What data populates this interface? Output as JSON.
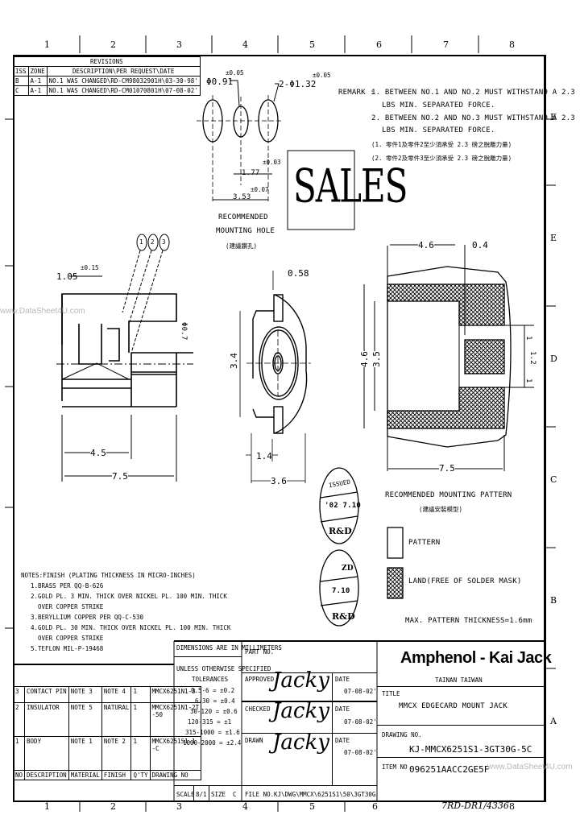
{
  "grid": {
    "columns": [
      "1",
      "2",
      "3",
      "4",
      "5",
      "6",
      "7",
      "8"
    ],
    "rows": [
      "F",
      "E",
      "D",
      "C",
      "B",
      "A"
    ]
  },
  "revisions": {
    "title": "REVISIONS",
    "headers": [
      "ISS",
      "ZONE",
      "DESCRIPTION\\PER REQUEST\\DATE"
    ],
    "rows": [
      {
        "iss": "B",
        "zone": "A-1",
        "desc": "NO.1 WAS CHANGED\\RD-CM98032901H\\03-30-98'"
      },
      {
        "iss": "C",
        "zone": "A-1",
        "desc": "NO.1 WAS CHANGED\\RD-CM01070801H\\07-08-02'"
      }
    ]
  },
  "hole_dims": {
    "d1": "Φ0.91",
    "d1_tol": "±0.05",
    "d2": "2-Φ1.32",
    "d2_tol": "±0.05",
    "pitch": "1.77",
    "pitch_tol": "±0.03",
    "span": "3.53",
    "span_tol": "±0.07",
    "caption_line1": "RECOMMENDED",
    "caption_line2": "MOUNTING HOLE",
    "caption_cn": "(建議鑽孔)"
  },
  "remarks": {
    "label": "REMARK :",
    "items": [
      "1. BETWEEN NO.1 AND NO.2 MUST WITHSTAND A 2.3",
      "LBS MIN. SEPARATED FORCE.",
      "2. BETWEEN NO.2 AND NO.3 MUST WITHSTAND A 2.3",
      "LBS MIN. SEPARATED FORCE.",
      "(1. 零件1及零件2至少須承受 2.3 磅之脫離力量)",
      "(2. 零件2及零件3至少須承受 2.3 磅之脫離力量)"
    ]
  },
  "stamp_sales": "SALES",
  "side_view": {
    "balloons": [
      "1",
      "2",
      "3"
    ],
    "dim_top": "1.05",
    "dim_top_tol": "±0.15",
    "dim_right": "Φ0.7",
    "dim_inner": "4.5",
    "dim_overall": "7.5"
  },
  "front_view": {
    "dim_tab": "0.58",
    "dim_height": "3.4",
    "dim_offset": "1.4",
    "dim_width": "3.6"
  },
  "pattern_view": {
    "dim_top": "4.6",
    "dim_gap": "0.4",
    "dim_outer": "4.6",
    "dim_inner": "3.5",
    "dim_right_a": "1",
    "dim_right_b": "1.2",
    "dim_right_c": "1",
    "dim_bottom": "7.5",
    "caption": "RECOMMENDED MOUNTING PATTERN",
    "caption_cn": "(建議安裝模型)"
  },
  "legend": {
    "pattern_label": "PATTERN",
    "land_label": "LAND(FREE OF SOLDER MASK)",
    "thickness_note": "MAX. PATTERN THICKNESS=1.6mm"
  },
  "stamps": {
    "issued": {
      "top": "ISSUED",
      "date": "'02 7.10",
      "bottom": "R&D"
    },
    "second": {
      "top": "ZD",
      "date": "7.10",
      "bottom": "R&D"
    }
  },
  "notes": {
    "title": "NOTES:FINISH (PLATING THICKNESS IN MICRO-INCHES)",
    "items": [
      "1.BRASS PER QQ-B-626",
      "2.GOLD PL. 3 MIN. THICK OVER NICKEL PL. 100 MIN. THICK",
      "  OVER COPPER STRIKE",
      "3.BERYLLIUM COPPER PER QQ-C-530",
      "4.GOLD PL. 30 MIN. THICK OVER NICKEL PL. 100 MIN. THICK",
      "  OVER COPPER STRIKE",
      "5.TEFLON MIL-P-19468"
    ]
  },
  "bom": {
    "headers": [
      "NO",
      "DESCRIPTION",
      "MATERIAL",
      "FINISH",
      "Q'TY",
      "DRAWING NO"
    ],
    "rows": [
      {
        "no": "3",
        "desc": "CONTACT PIN",
        "material": "NOTE 3",
        "finish": "NOTE 4",
        "qty": "1",
        "dwg": "MMCX6251N1-3"
      },
      {
        "no": "2",
        "desc": "INSULATOR",
        "material": "NOTE 5",
        "finish": "NATURAL",
        "qty": "1",
        "dwg": "MMCX6251N1-2T",
        "dwg2": "-50"
      },
      {
        "no": "1",
        "desc": "BODY",
        "material": "NOTE 1",
        "finish": "NOTE 2",
        "qty": "1",
        "dwg": "MMCX6251S1-1",
        "dwg2": "-C"
      }
    ]
  },
  "tolerances": {
    "units": "DIMENSIONS ARE IN MILLIMETERS",
    "header1": "UNLESS OTHERWISE SPECIFIED",
    "header2": "TOLERANCES",
    "rows": [
      "0.5-6 = ±0.2",
      "6-30 = ±0.4",
      "30-120 = ±0.6",
      "120-315 = ±1",
      "315-1000 = ±1.6",
      "1000-2000 = ±2.4"
    ]
  },
  "scale": {
    "label": "SCALE",
    "value": "8/1",
    "size_label": "SIZE",
    "size_value": "C"
  },
  "signoff": {
    "part_no_label": "PART NO.",
    "approved_label": "APPROVED",
    "checked_label": "CHECKED",
    "drawn_label": "DRAWN",
    "date_label": "DATE",
    "approved_date": "07-08-02'",
    "checked_date": "07-08-02'",
    "drawn_date": "07-08-02'",
    "signature": "Jacky",
    "file_no_label": "FILE NO.",
    "file_no": "KJ\\DWG\\MMCX\\6251S1\\50\\3GT30G"
  },
  "title_block": {
    "company": "Amphenol - Kai Jack",
    "location": "TAINAN TAIWAN",
    "title_label": "TITLE",
    "title": "MMCX EDGECARD MOUNT JACK",
    "drawing_no_label": "DRAWING NO.",
    "drawing_no": "KJ-MMCX6251S1-3GT30G-5C",
    "item_no_label": "ITEM NO",
    "item_no": "096251AACC2GE5F"
  },
  "footer": {
    "handwritten": "7RD-DR1/4336",
    "watermark_left": "www.DataSheet4U.com",
    "watermark_right": "www.DataSheet4U.com"
  }
}
